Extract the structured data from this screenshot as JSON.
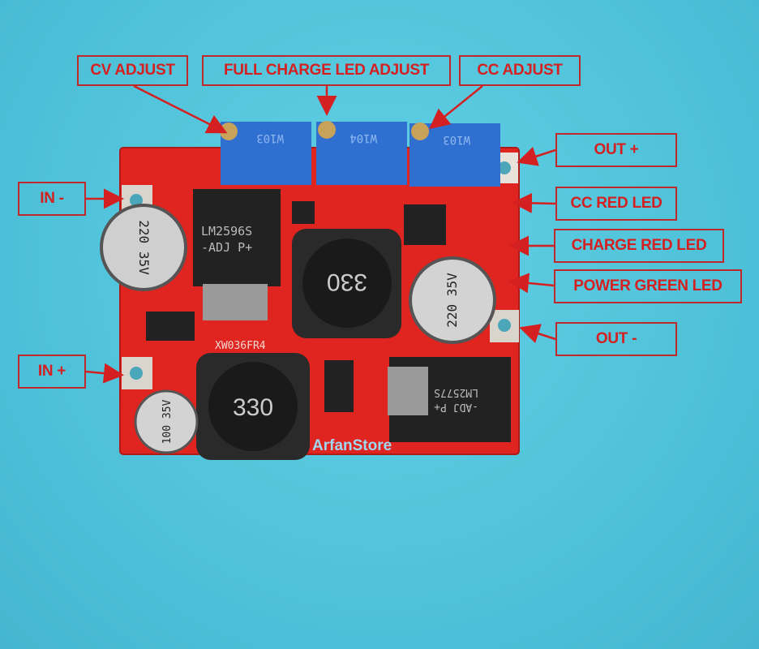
{
  "labels": {
    "cv_adjust": "CV ADJUST",
    "full_charge_led_adjust": "FULL CHARGE LED ADJUST",
    "cc_adjust": "CC ADJUST",
    "out_plus": "OUT +",
    "cc_red_led": "CC RED LED",
    "charge_red_led": "CHARGE RED LED",
    "power_green_led": "POWER GREEN LED",
    "out_minus": "OUT -",
    "in_minus": "IN -",
    "in_plus": "IN +"
  },
  "pcb_markings": {
    "inductor_top": "330",
    "inductor_bottom": "330",
    "ic_top": "LM2596S",
    "ic_top_sub": "-ADJ P+",
    "ic_bottom": "LM2577S",
    "ic_bottom_sub": "-ADJ P+",
    "board_code": "XW036FR4",
    "store": "ArfanStore",
    "pot_1": "W103",
    "pot_2": "W104",
    "pot_3": "W103",
    "cap_1": "220 35V",
    "cap_2": "220 35V",
    "cap_3": "100 35V"
  },
  "colors": {
    "background": "#52c6dc",
    "label_text": "#d42020",
    "pcb": "#e0241f",
    "potentiometer": "#2f6fd0"
  }
}
